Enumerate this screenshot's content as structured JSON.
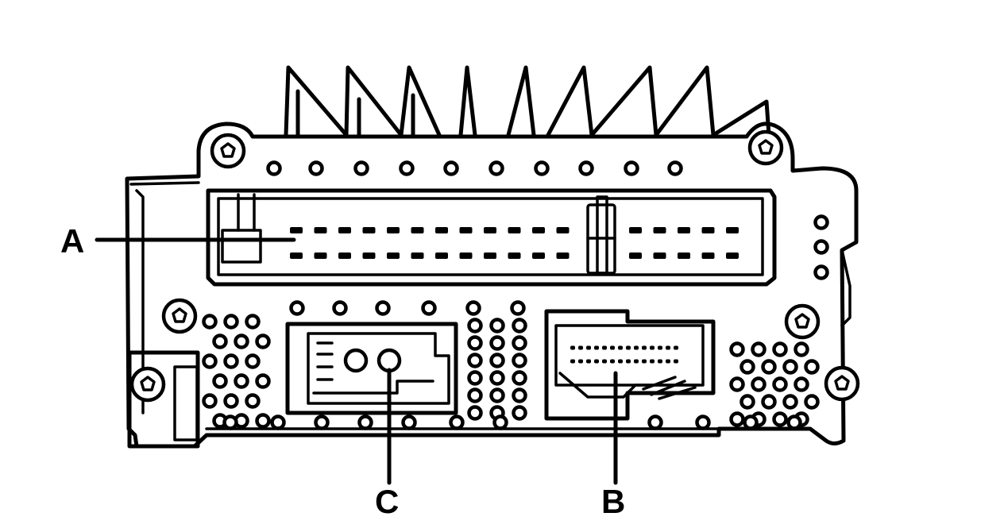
{
  "diagram": {
    "callouts": [
      {
        "id": "A",
        "label": "A"
      },
      {
        "id": "B",
        "label": "B"
      },
      {
        "id": "C",
        "label": "C"
      }
    ],
    "colors": {
      "line": "#000000",
      "background": "#ffffff"
    }
  }
}
